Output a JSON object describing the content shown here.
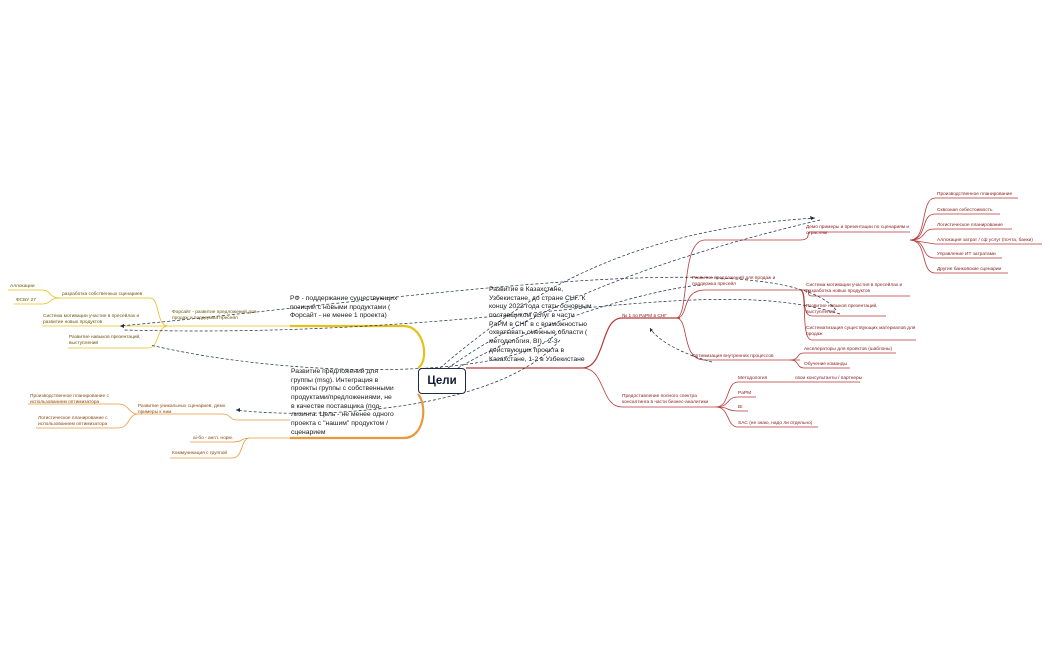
{
  "root": {
    "label": "Цели"
  },
  "colors": {
    "red": "#b83a3a",
    "yellow": "#e4c21a",
    "orange": "#e89a3a",
    "dashed": "#1f2a44"
  },
  "red_branch": {
    "main": "Развитие в Казахстане, Узбекистане, до стране СНГ. К концу 2023 года стать основным поставщиком услуг в части PaPM в СНГ в с возможностью охватывать смежные области ( методология, BI) - 2-3 действующих проекта в Казахстане, 1-2 в Узбекистане",
    "no1": {
      "label": "№ 1 по PaPM в СНГ",
      "demo": {
        "label": "Демо примеры и презентации по сценариям и отраслям",
        "items": [
          "Производственное планирование",
          "Сквозная себестоимость",
          "Логистическое планирование",
          "Аллокация затрат / сф услуг (почта, банки)",
          "Управление ИТ затратами",
          "Другие банковские сценарии"
        ]
      },
      "presale": {
        "label": "Развитие предложений для продаж и поддержка пресейл",
        "items": [
          "Система мотивации участия в пресейлах и разработка новых продуктов",
          "Развитие навыков презентаций, выступлений",
          "Систематизация существующих материалов для продаж"
        ]
      },
      "optim": {
        "label": "Оптимизация внутренних процессов",
        "items": [
          "Акселераторы для проектов (шаблоны)",
          "Обучение команды"
        ]
      }
    },
    "spectrum": {
      "label": "Предоставление полного спектра консалтинга в части бизнес-аналитики",
      "metod": "Методология",
      "partners": "свои консультанты / партнеры",
      "papm": "PaPM",
      "bi": "BI",
      "sac": "SAC (не знаю, надо ли отдельно)"
    }
  },
  "yellow_branch": {
    "main": "РФ - поддержание существующих позиций с новыми продуктами ( Форсайт - не менее 1 проекта)",
    "forsight": "Форсайт - развитие предложений для продаж и поддержка пресейл",
    "own": "разработка собственных сценариев",
    "alloc": "Аллокации",
    "fsbu": "ФСБУ 27",
    "motiv": "Система мотивации участия в пресейлах и развитие новых продуктов",
    "skills": "Развитие навыков презентаций, выступлений"
  },
  "orange_branch": {
    "main": "Развитие предложений для группы (msg). Интеграция в проекты группы с собственными продуктами/предложениями, не в качестве поставщика (под-лизинга. Цель - не менее одного проекта с \"нашим\" продуктом / сценарием",
    "unique": "Развитие уникальных сценариев, демо примеры к ним",
    "prod": "Производственное планирование с использованием оптимизатора",
    "log": "Логистическое планирование с использованием оптимизатора",
    "bilo": "ai-бо - англ. норм.",
    "comm": "Коммуникация с группой"
  }
}
